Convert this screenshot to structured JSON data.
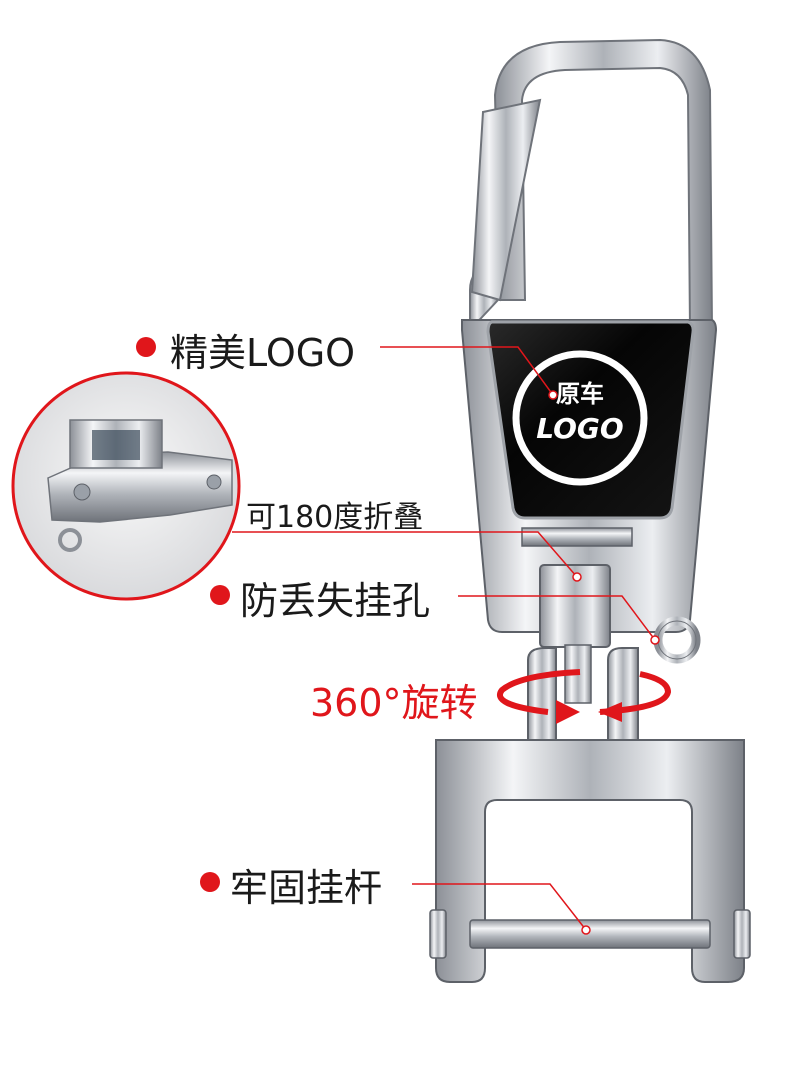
{
  "annotations": {
    "logo_feature": "精美LOGO",
    "fold_feature": "可180度折叠",
    "hole_feature": "防丢失挂孔",
    "rotate_feature": "360°旋转",
    "rod_feature": "牢固挂杆"
  },
  "badge": {
    "line1": "原车",
    "line2": "LOGO"
  },
  "colors": {
    "accent_red": "#e0161b",
    "chrome": "#c8ccd2",
    "badge_black": "#0a0a0a"
  }
}
